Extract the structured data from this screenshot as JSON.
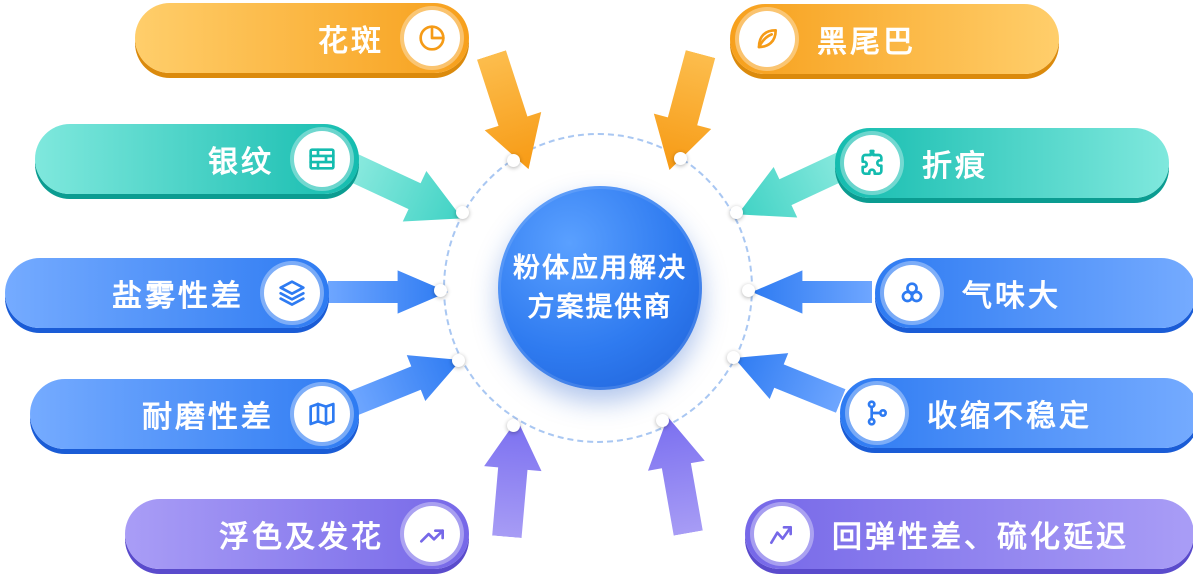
{
  "center": {
    "title_line1": "粉体应用解决",
    "title_line2": "方案提供商"
  },
  "palette": {
    "orange": "#F59B17",
    "teal": "#14BCAF",
    "blue": "#2E7BF2",
    "purple": "#7668E8",
    "hub_blue": "#2F7BF0",
    "dashed_ring": "#A9C7F2"
  },
  "items": [
    {
      "label": "花斑",
      "icon": "pie-chart-icon",
      "side": "left",
      "color": "#F59B17"
    },
    {
      "label": "黑尾巴",
      "icon": "leaf-icon",
      "side": "right",
      "color": "#F59B17"
    },
    {
      "label": "银纹",
      "icon": "bricks-icon",
      "side": "left",
      "color": "#14BCAF"
    },
    {
      "label": "折痕",
      "icon": "puzzle-icon",
      "side": "right",
      "color": "#14BCAF"
    },
    {
      "label": "盐雾性差",
      "icon": "layers-icon",
      "side": "left",
      "color": "#2E7BF2"
    },
    {
      "label": "气味大",
      "icon": "circles-icon",
      "side": "right",
      "color": "#2E7BF2"
    },
    {
      "label": "耐磨性差",
      "icon": "map-icon",
      "side": "left",
      "color": "#2E7BF2"
    },
    {
      "label": "收缩不稳定",
      "icon": "branch-icon",
      "side": "right",
      "color": "#2E7BF2"
    },
    {
      "label": "浮色及发花",
      "icon": "trend-up-icon",
      "side": "left",
      "color": "#7668E8"
    },
    {
      "label": "回弹性差、硫化延迟",
      "icon": "line-chart-icon",
      "side": "right",
      "color": "#7668E8"
    }
  ]
}
